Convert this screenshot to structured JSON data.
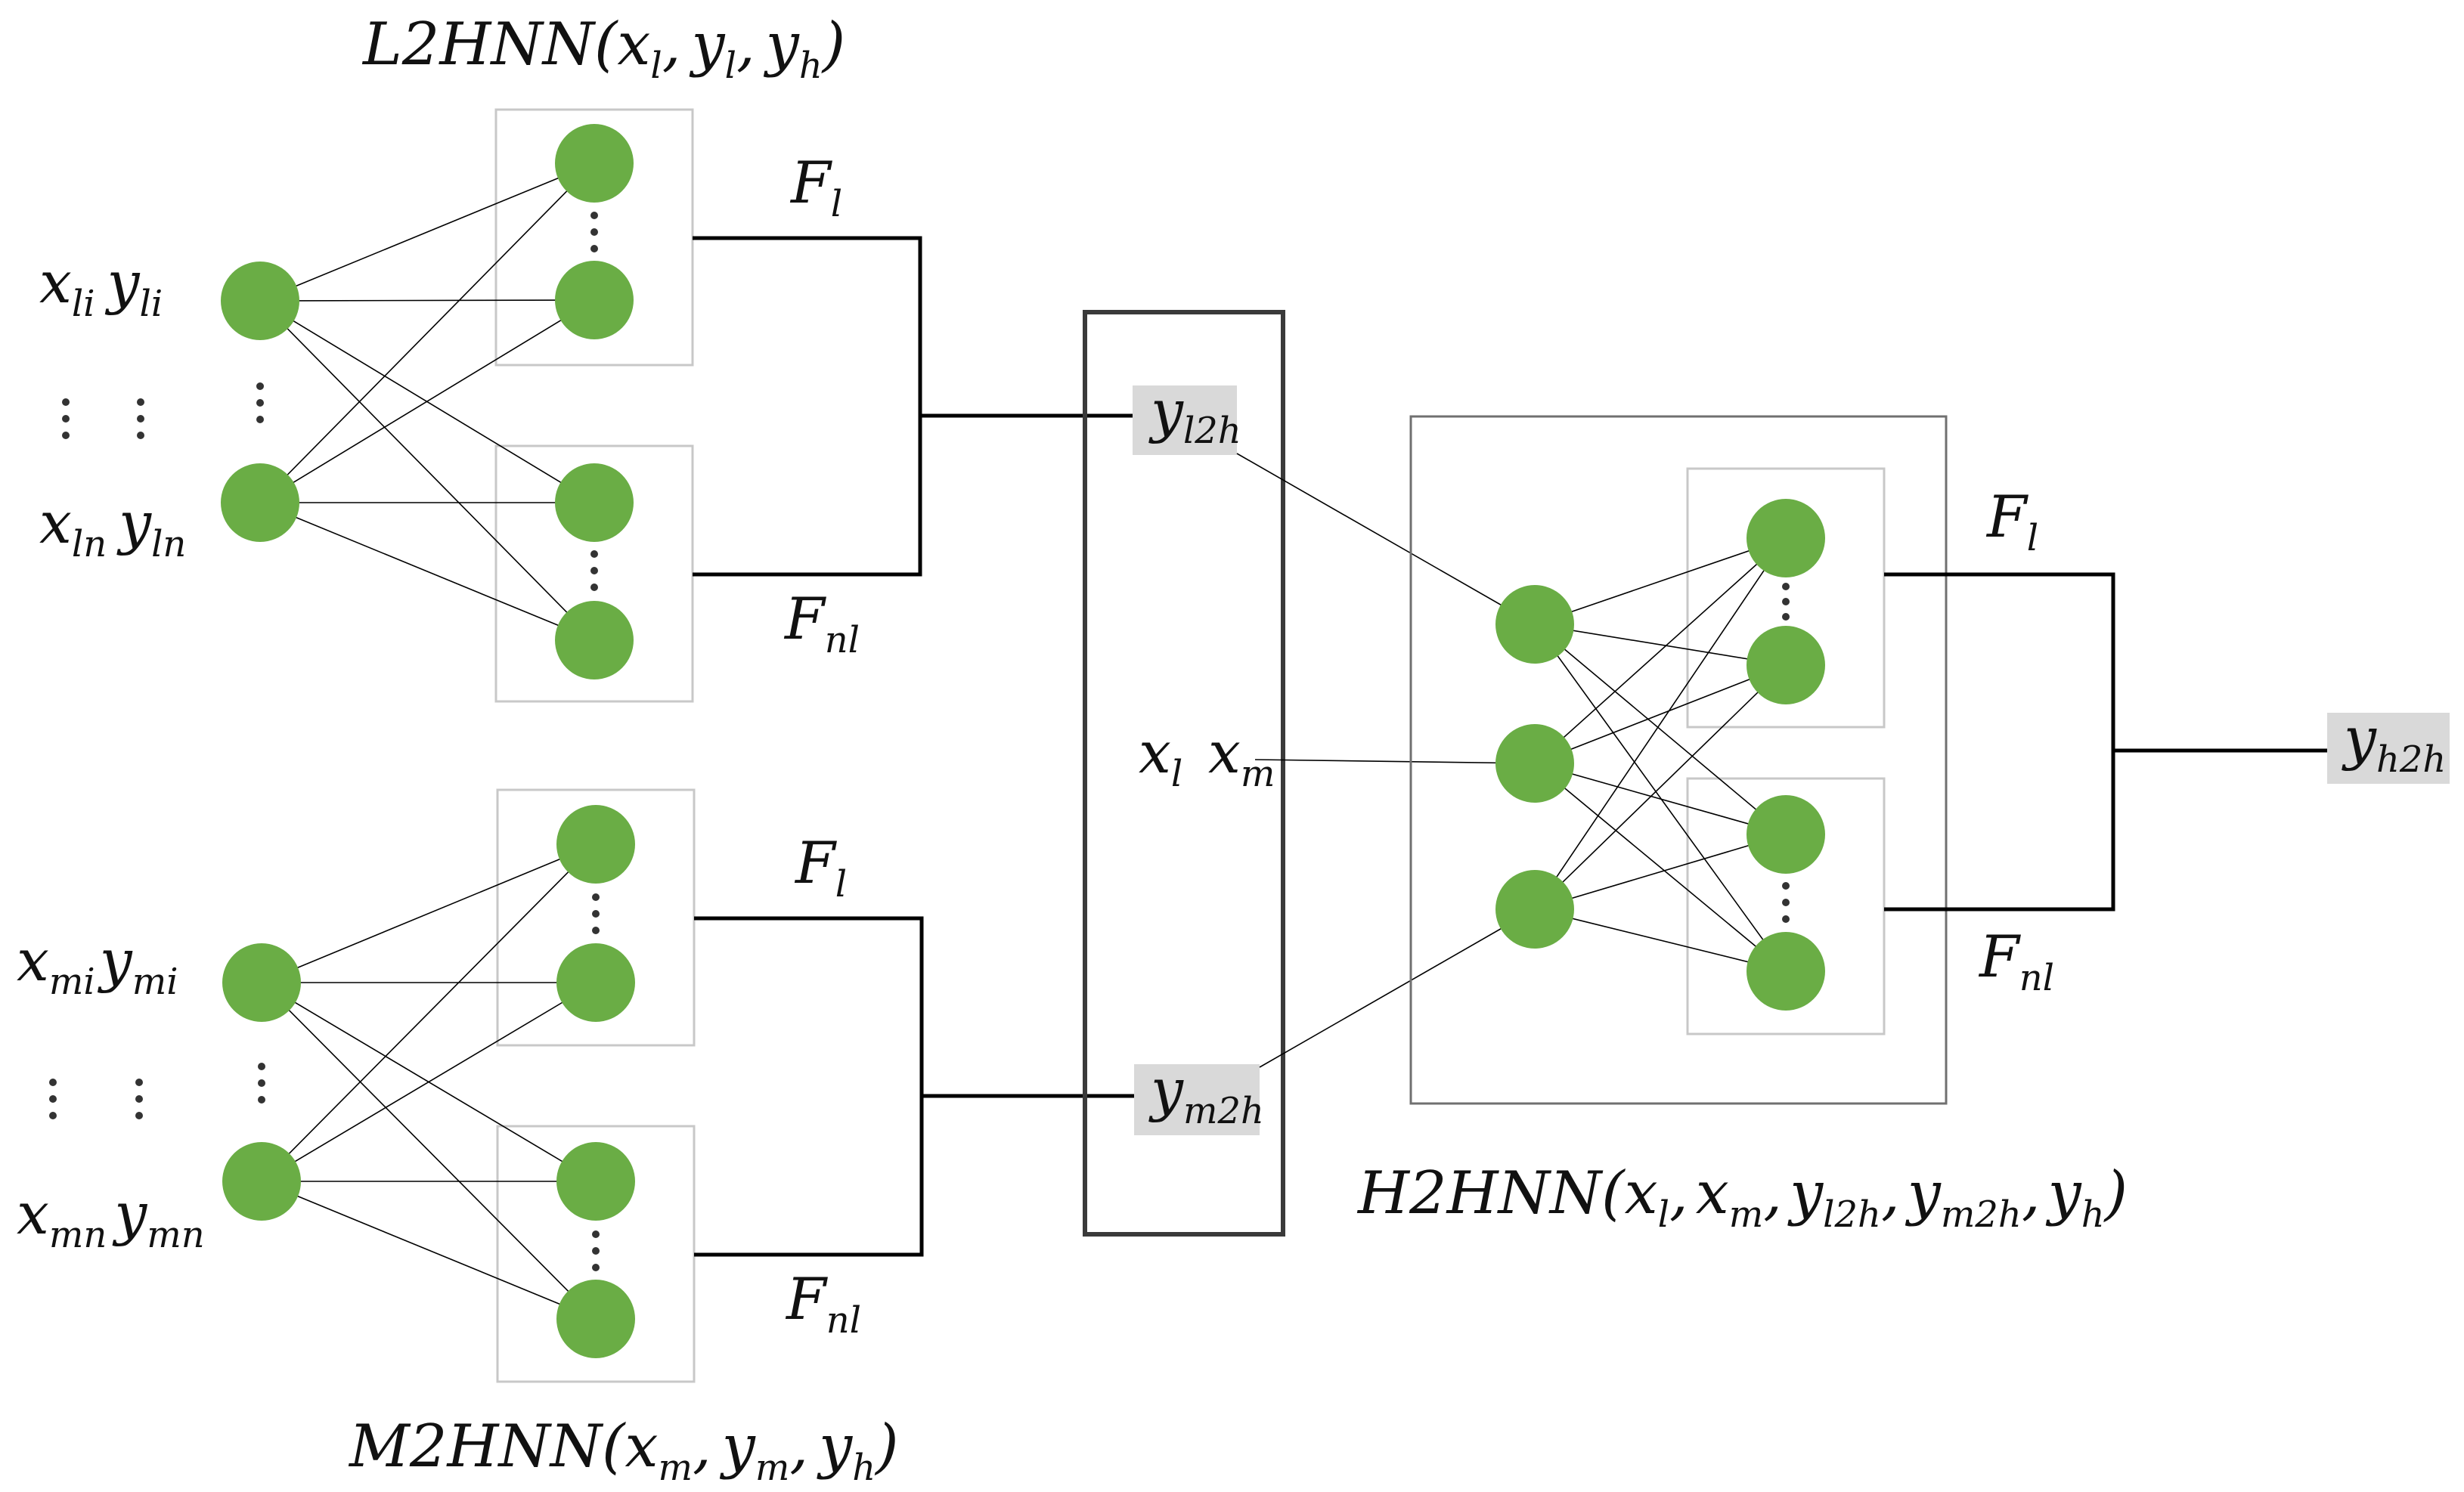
{
  "colors": {
    "node": "#6aad45",
    "highlight": "#d9d9d9"
  },
  "l2hnn": {
    "title_main": "L2HNN",
    "title_open": "(",
    "args": [
      {
        "base": "x",
        "sub": "l"
      },
      {
        "base": "y",
        "sub": "l"
      },
      {
        "base": "y",
        "sub": "h"
      }
    ],
    "sep": ",",
    "title_close": ")",
    "inputs": [
      {
        "x": "x",
        "x_sub": "li",
        "y": "y",
        "y_sub": "li"
      },
      {
        "x": "x",
        "x_sub": "ln",
        "y": "y",
        "y_sub": "ln"
      }
    ],
    "output_top": {
      "base": "F",
      "sub": "l"
    },
    "output_bottom": {
      "base": "F",
      "sub": "nl"
    }
  },
  "m2hnn": {
    "title_main": "M2HNN",
    "title_open": "(",
    "args": [
      {
        "base": "x",
        "sub": "m"
      },
      {
        "base": "y",
        "sub": "m"
      },
      {
        "base": "y",
        "sub": "h"
      }
    ],
    "sep": ",",
    "title_close": ")",
    "inputs": [
      {
        "x": "x",
        "x_sub": "mi",
        "y": "y",
        "y_sub": "mi"
      },
      {
        "x": "x",
        "x_sub": "mn",
        "y": "y",
        "y_sub": "mn"
      }
    ],
    "output_top": {
      "base": "F",
      "sub": "l"
    },
    "output_bottom": {
      "base": "F",
      "sub": "nl"
    }
  },
  "middle": {
    "y_l2h": {
      "base": "y",
      "sub": "l2h"
    },
    "x_l": {
      "base": "x",
      "sub": "l"
    },
    "x_m": {
      "base": "x",
      "sub": "m"
    },
    "y_m2h": {
      "base": "y",
      "sub": "m2h"
    }
  },
  "h2hnn": {
    "title_main": "H2HNN",
    "title_open": "(",
    "args": [
      {
        "base": "x",
        "sub": "l"
      },
      {
        "base": "x",
        "sub": "m"
      },
      {
        "base": "y",
        "sub": "l2h"
      },
      {
        "base": "y",
        "sub": "m2h"
      },
      {
        "base": "y",
        "sub": "h"
      }
    ],
    "sep": ",",
    "title_close": ")",
    "output_top": {
      "base": "F",
      "sub": "l"
    },
    "output_bottom": {
      "base": "F",
      "sub": "nl"
    },
    "final": {
      "base": "y",
      "sub": "h2h"
    }
  }
}
